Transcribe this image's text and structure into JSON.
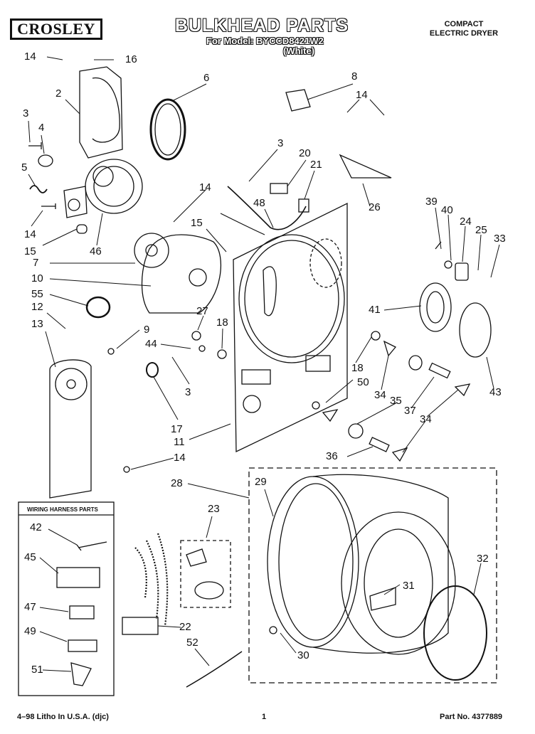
{
  "header": {
    "brand_logo": "CROSLEY",
    "title": "BULKHEAD PARTS",
    "model_line": "For Model: BYCCD8421W2",
    "color_line": "(White)",
    "product_line1": "COMPACT",
    "product_line2": "ELECTRIC DRYER"
  },
  "wiring_box": {
    "title": "WIRING HARNESS PARTS"
  },
  "footer": {
    "litho": "4–98 Litho In U.S.A. (djc)",
    "page": "1",
    "part_no": "Part No. 4377889"
  },
  "callouts": [
    "14",
    "16",
    "6",
    "2",
    "3",
    "4",
    "5",
    "14",
    "15",
    "46",
    "7",
    "10",
    "55",
    "12",
    "13",
    "9",
    "8",
    "14",
    "3",
    "20",
    "21",
    "48",
    "26",
    "14",
    "15",
    "27",
    "18",
    "44",
    "3",
    "17",
    "11",
    "14",
    "39",
    "40",
    "24",
    "25",
    "33",
    "41",
    "43",
    "18",
    "50",
    "34",
    "35",
    "37",
    "34",
    "36",
    "28",
    "29",
    "23",
    "32",
    "31",
    "30",
    "22",
    "52",
    "42",
    "45",
    "47",
    "49",
    "51"
  ]
}
